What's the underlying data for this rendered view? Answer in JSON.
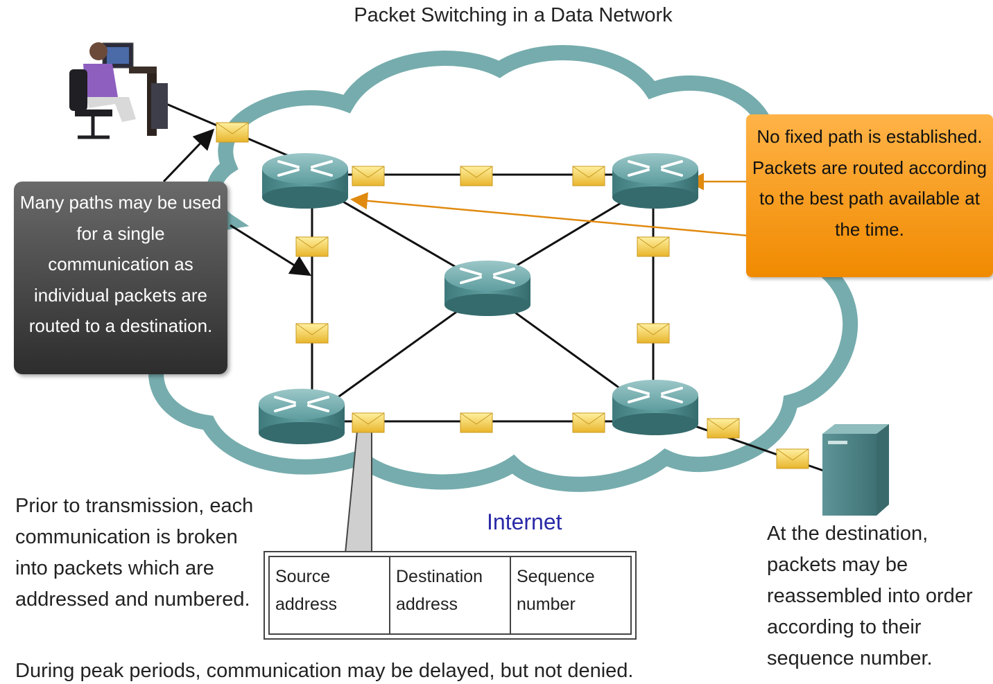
{
  "title": "Packet Switching in a Data Network",
  "left_callout": "Many paths may be used for a single communication as individual packets are routed to a destination.",
  "right_callout": "No fixed path is established. Packets are routed according to the best path available at the time.",
  "left_text": "Prior to transmission, each communication is broken into packets which are addressed and numbered.",
  "right_text": "At the destination, packets may be reassembled into order according to their sequence number.",
  "bottom_text": "During peak periods, communication may be delayed, but not denied.",
  "internet_label": "Internet",
  "packet_header": {
    "fields": [
      "Source address",
      "Destination address",
      "Sequence number"
    ]
  },
  "colors": {
    "cloud": "#5f9ea0",
    "router": "#4d8a8c",
    "envelope": "#f2c744",
    "orange_callout": "#f39a1e",
    "dark_callout": "#444444",
    "internet_label": "#2a2aa8"
  },
  "icons": [
    "user-workstation-icon",
    "router-icon",
    "envelope-icon",
    "server-icon"
  ]
}
